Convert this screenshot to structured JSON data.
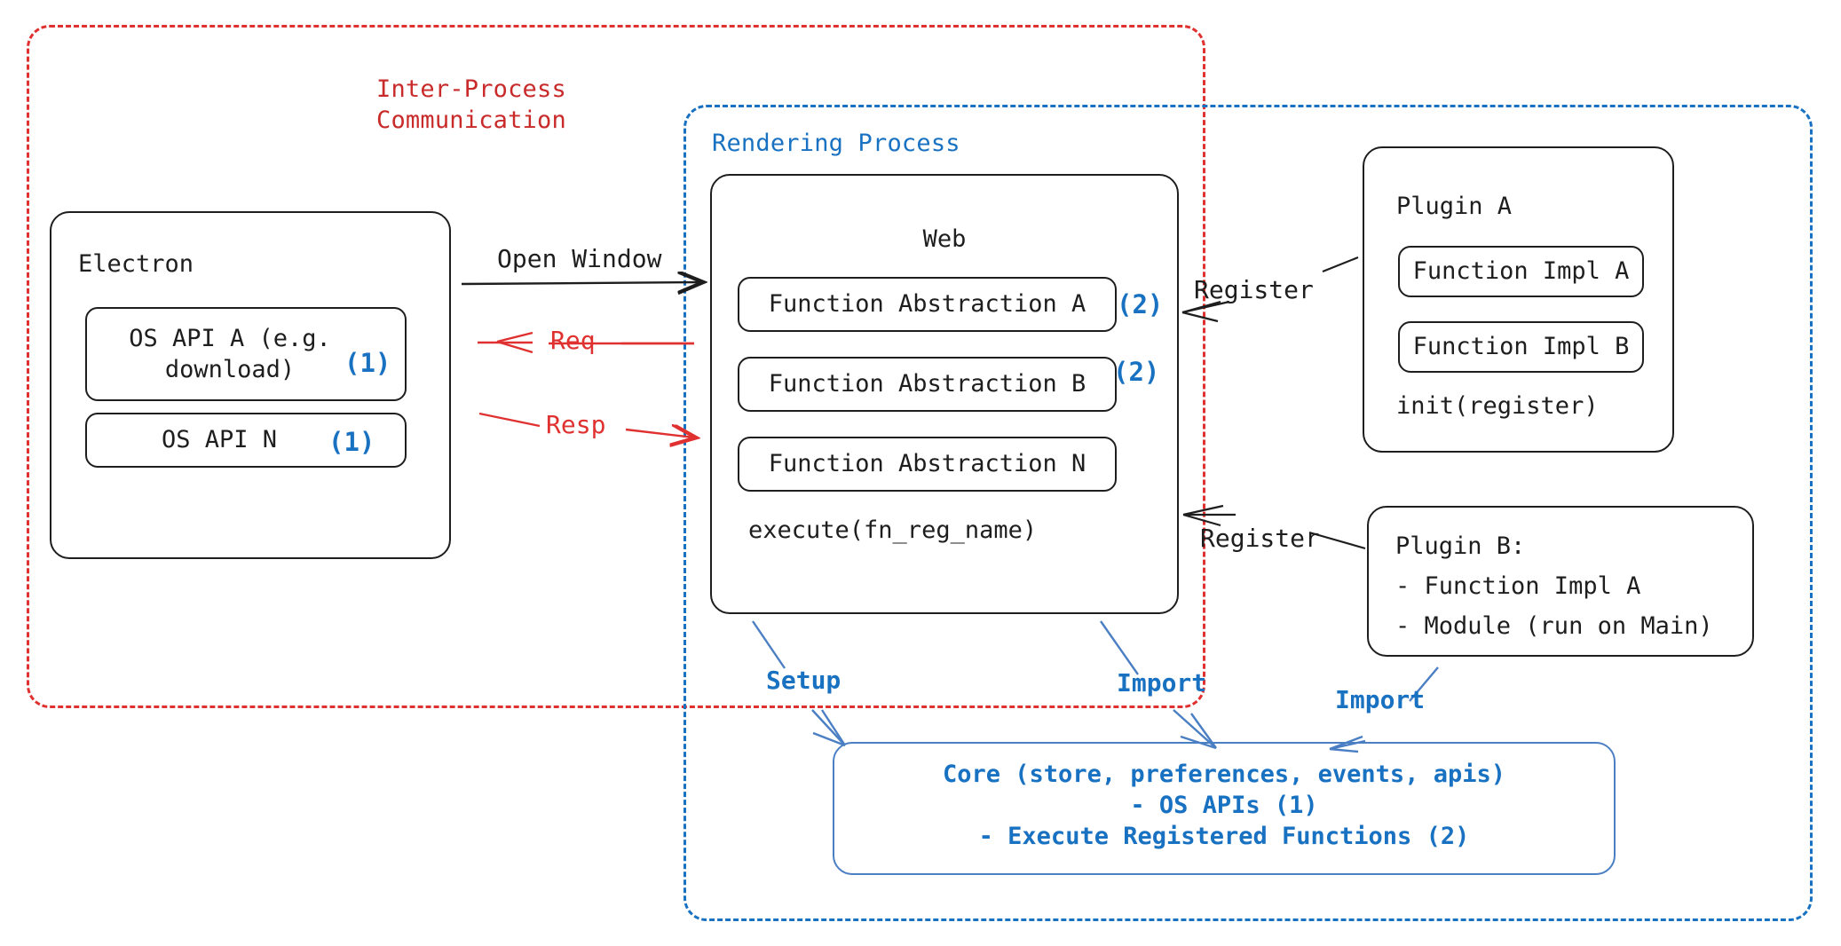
{
  "diagram": {
    "title": "Electron plugin architecture",
    "colors": {
      "ipc_red": "#e03131",
      "render_blue": "#1971c2",
      "core_blue": "#4b7fc4",
      "ink": "#1e1e1e"
    },
    "regions": {
      "ipc": {
        "label": "Inter-Process\nCommunication"
      },
      "rendering": {
        "label": "Rendering Process"
      }
    },
    "electron": {
      "title": "Electron",
      "apis": [
        {
          "label": "OS API A (e.g.\ndownload)",
          "marker": "(1)"
        },
        {
          "label": "OS API N",
          "marker": "(1)"
        }
      ]
    },
    "web": {
      "title": "Web",
      "abstractions": [
        {
          "label": "Function Abstraction A",
          "marker": "(2)"
        },
        {
          "label": "Function Abstraction B",
          "marker": "(2)"
        },
        {
          "label": "Function Abstraction N",
          "marker": ""
        }
      ],
      "execute": "execute(fn_reg_name)"
    },
    "plugin_a": {
      "title": "Plugin A",
      "impls": [
        "Function Impl A",
        "Function Impl B"
      ],
      "init": "init(register)"
    },
    "plugin_b": {
      "title": "Plugin B:",
      "lines": [
        "- Function Impl A",
        "- Module (run on Main)"
      ]
    },
    "core": {
      "lines": [
        "Core (store, preferences, events, apis)",
        "- OS APIs (1)",
        "- Execute Registered Functions (2)"
      ]
    },
    "arrows": {
      "open_window": "Open Window",
      "req": "Req",
      "resp": "Resp",
      "register_a": "Register",
      "register_b": "Register",
      "setup": "Setup",
      "import_web": "Import",
      "import_plugin_b": "Import"
    }
  }
}
